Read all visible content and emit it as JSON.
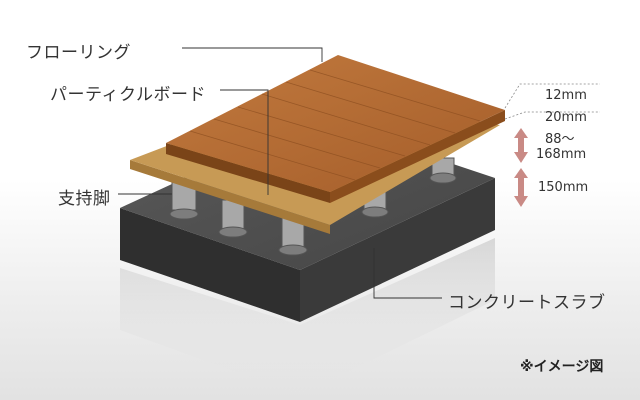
{
  "labels": {
    "flooring": "フローリング",
    "particleboard": "パーティクルボード",
    "support_legs": "支持脚",
    "concrete_slab": "コンクリートスラブ"
  },
  "dimensions": {
    "flooring_thickness": "12mm",
    "board_thickness": "20mm",
    "leg_height_line1": "88～",
    "leg_height_line2": "168mm",
    "slab_thickness": "150mm"
  },
  "note": "※イメージ図",
  "colors": {
    "floor_top": "#b26a33",
    "board_top": "#c79a55",
    "concrete": "#3d3d3d",
    "arrow": "#c98a85"
  }
}
